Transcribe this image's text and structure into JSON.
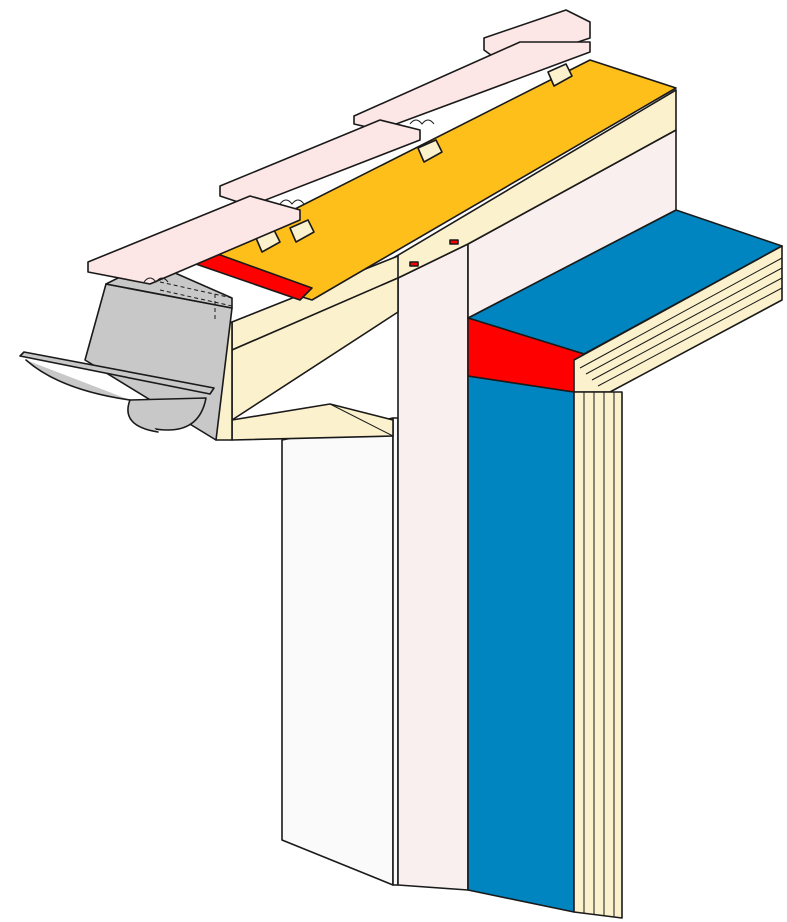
{
  "diagram": {
    "kind": "eaves-detail-isometric",
    "components": [
      "roof-tiles",
      "tile-battens",
      "roof-underlay",
      "rafter",
      "eaves-board",
      "fascia-flashing",
      "gutter",
      "airtight-membrane",
      "interior-wall",
      "interior-lining",
      "wall-insulation",
      "facade-cladding",
      "ceiling-panel"
    ],
    "colors": {
      "tile": "#fde6e6",
      "underlay": "#ffbf1a",
      "membrane": "#ff0000",
      "timber": "#fbf1cc",
      "metal": "#c8c8c8",
      "insulation": "#0085c0",
      "lining": "#faefef",
      "plaster": "#fafafa",
      "outline": "#1a1a1a"
    }
  }
}
